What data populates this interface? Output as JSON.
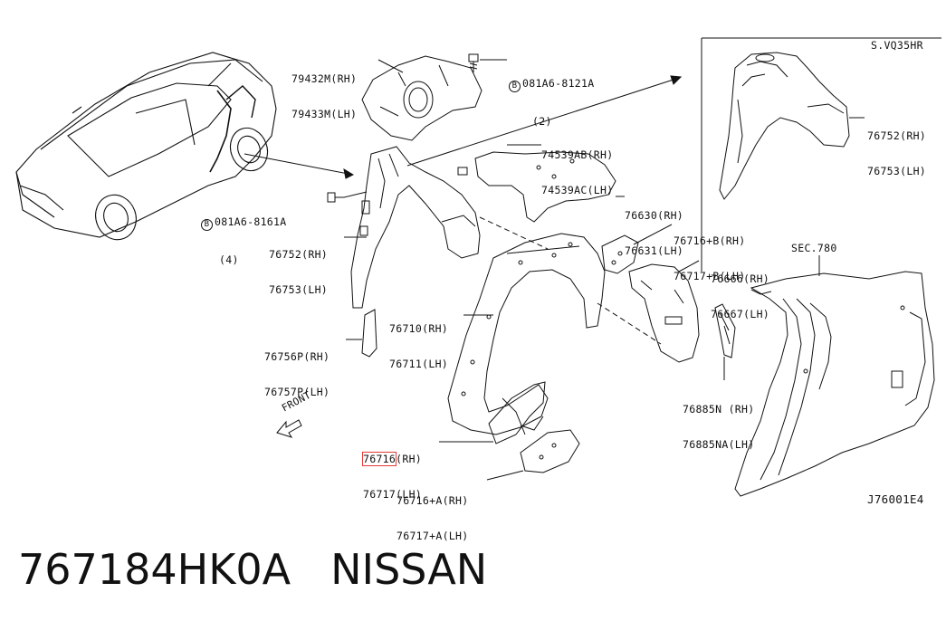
{
  "diagram": {
    "section_label": "S.VQ35HR",
    "sec_ref": "SEC.780",
    "diagram_code": "J76001E4",
    "front_label": "FRONT",
    "callouts": {
      "bracket_a": [
        "79432M(RH)",
        "79433M(LH)"
      ],
      "bolt_top_circle": "B",
      "bolt_top": [
        "081A6-8121A",
        "(2)"
      ],
      "bolt_left_circle": "B",
      "bolt_left": [
        "081A6-8161A",
        "(4)"
      ],
      "wheelhouse_inner": [
        "76752(RH)",
        "76753(LH)"
      ],
      "extension": [
        "74539AB(RH)",
        "74539AC(LH)"
      ],
      "panel_rear": [
        "76630(RH)",
        "76631(LH)"
      ],
      "patch_b": [
        "76716+B(RH)",
        "76717+B(LH)"
      ],
      "gusset": [
        "76666(RH)",
        "76667(LH)"
      ],
      "wheelhouse_outer": [
        "76710(RH)",
        "76711(LH)"
      ],
      "reinforce": [
        "76756P(RH)",
        "76757P(LH)"
      ],
      "seal": [
        "76885N (RH)",
        "76885NA(LH)"
      ],
      "lower_part_num": "76716",
      "lower_part_side": "(RH)",
      "lower_part_lh": "76717(LH)",
      "patch_a": [
        "76716+A(RH)",
        "76717+A(LH)"
      ],
      "inset_part": [
        "76752(RH)",
        "76753(LH)"
      ]
    }
  },
  "caption": {
    "part_number": "767184HK0A",
    "brand": "NISSAN"
  },
  "colors": {
    "ink": "#111111",
    "highlight": "#e53935",
    "background": "#ffffff"
  }
}
